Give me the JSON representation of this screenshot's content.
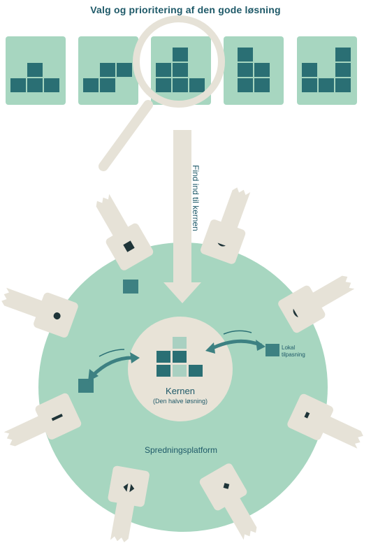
{
  "title": "Valg og prioritering af den gode løsning",
  "arrow_label": "Find ind til kernen",
  "core": {
    "label": "Kernen",
    "sublabel": "(Den halve løsning)"
  },
  "local": {
    "line1": "Lokal",
    "line2": "tilpasning"
  },
  "platform_label": "Spredningsplatform",
  "colors": {
    "title": "#1e5968",
    "card": "#a7d6c0",
    "block": "#2a6f74",
    "block_light": "#a9d0c1",
    "circle": "#a7d6c0",
    "core": "#e8e3d7",
    "key": "#e6e2d7",
    "arrow": "#e6e2d7",
    "text_dark": "#1e5968"
  },
  "icons": [
    "magnifier-icon",
    "key-icon",
    "down-arrow-icon",
    "curved-arrow-icon",
    "block-icon"
  ]
}
